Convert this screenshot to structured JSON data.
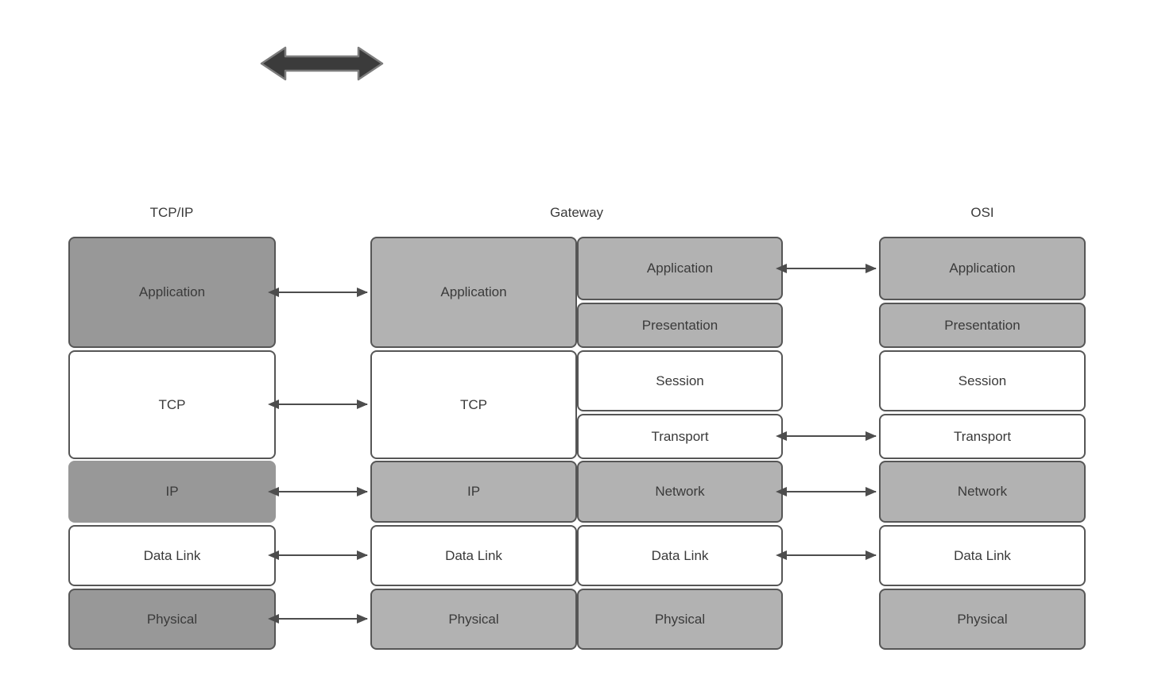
{
  "diagram": {
    "headers": {
      "tcpip": "TCP/IP",
      "gateway": "Gateway",
      "osi": "OSI"
    },
    "columns": {
      "tcpip": {
        "layers": [
          {
            "label": "Application",
            "shade": "dark",
            "bordered": true
          },
          {
            "label": "TCP",
            "shade": "white",
            "bordered": true
          },
          {
            "label": "IP",
            "shade": "dark",
            "bordered": false
          },
          {
            "label": "Data Link",
            "shade": "white",
            "bordered": true
          },
          {
            "label": "Physical",
            "shade": "dark",
            "bordered": true
          }
        ]
      },
      "gateway_left": {
        "layers": [
          {
            "label": "Application",
            "shade": "light",
            "bordered": true
          },
          {
            "label": "TCP",
            "shade": "white",
            "bordered": true
          },
          {
            "label": "IP",
            "shade": "light",
            "bordered": true
          },
          {
            "label": "Data Link",
            "shade": "white",
            "bordered": true
          },
          {
            "label": "Physical",
            "shade": "light",
            "bordered": true
          }
        ]
      },
      "gateway_right": {
        "layers": [
          {
            "label": "Application",
            "shade": "light",
            "bordered": true
          },
          {
            "label": "Presentation",
            "shade": "light",
            "bordered": true
          },
          {
            "label": "Session",
            "shade": "white",
            "bordered": true
          },
          {
            "label": "Transport",
            "shade": "white",
            "bordered": true
          },
          {
            "label": "Network",
            "shade": "light",
            "bordered": true
          },
          {
            "label": "Data Link",
            "shade": "white",
            "bordered": true
          },
          {
            "label": "Physical",
            "shade": "light",
            "bordered": true
          }
        ]
      },
      "osi": {
        "layers": [
          {
            "label": "Application",
            "shade": "light",
            "bordered": true
          },
          {
            "label": "Presentation",
            "shade": "light",
            "bordered": true
          },
          {
            "label": "Session",
            "shade": "white",
            "bordered": true
          },
          {
            "label": "Transport",
            "shade": "white",
            "bordered": true
          },
          {
            "label": "Network",
            "shade": "light",
            "bordered": true
          },
          {
            "label": "Data Link",
            "shade": "white",
            "bordered": true
          },
          {
            "label": "Physical",
            "shade": "light",
            "bordered": true
          }
        ]
      }
    },
    "connections": {
      "tcpip_to_gateway": [
        "Application",
        "TCP",
        "IP",
        "Data Link",
        "Physical"
      ],
      "gateway_to_osi": [
        "Application",
        "Transport",
        "Network",
        "Data Link"
      ]
    },
    "icons": {
      "top_left": "double-headed-arrow"
    },
    "colors": {
      "dark_gray": "#989898",
      "light_gray": "#b2b2b2",
      "box_border": "#565656",
      "box_white": "#ffffff",
      "connector": "#4d4d4d",
      "thick_arrow_fill": "#3b3b3b",
      "thick_arrow_stroke": "#7d7d7d",
      "text": "#3a3a3a",
      "background": "#ffffff"
    }
  }
}
